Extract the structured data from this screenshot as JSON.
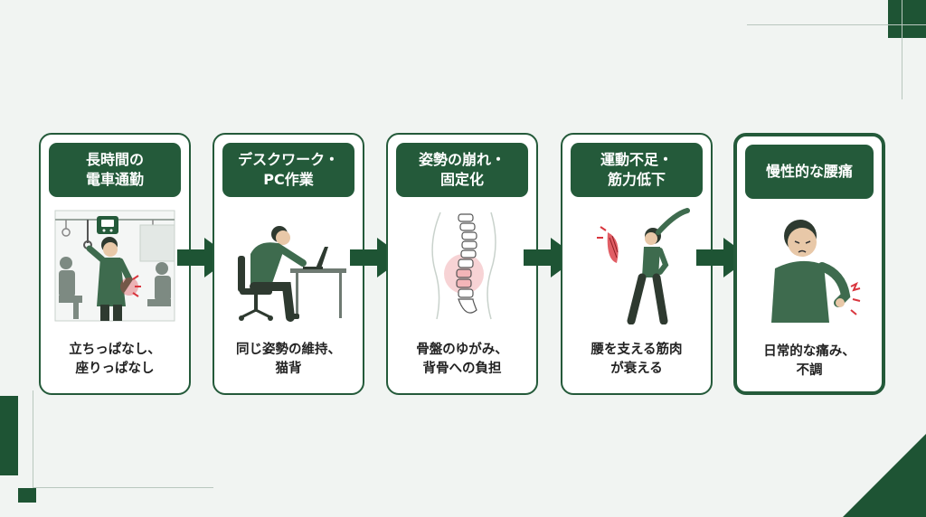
{
  "steps": [
    {
      "title": "長時間の\n電車通勤",
      "description": "立ちっぱなし、\n座りっぱなし",
      "icon": "train-commuter-back-pain-icon"
    },
    {
      "title": "デスクワーク・\nPC作業",
      "description": "同じ姿勢の維持、\n猫背",
      "icon": "desk-worker-hunched-icon"
    },
    {
      "title": "姿勢の崩れ・\n固定化",
      "description": "骨盤のゆがみ、\n背骨への負担",
      "icon": "spine-strain-icon"
    },
    {
      "title": "運動不足・\n筋力低下",
      "description": "腰を支える筋肉\nが衰える",
      "icon": "stretching-person-muscle-icon"
    },
    {
      "title": "慢性的な腰痛",
      "description": "日常的な痛み、\n不調",
      "icon": "chronic-back-pain-person-icon"
    }
  ],
  "colors": {
    "primary": "#245a3a",
    "accent_pain": "#d9363e",
    "background": "#f1f4f2"
  }
}
